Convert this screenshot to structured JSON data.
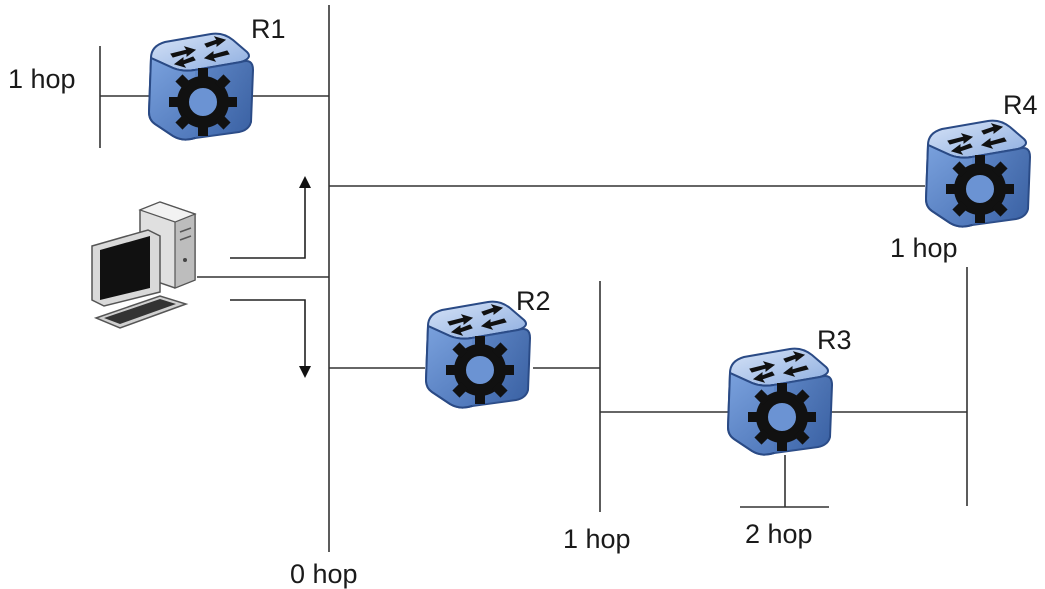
{
  "routers": {
    "r1": {
      "name": "R1"
    },
    "r2": {
      "name": "R2"
    },
    "r3": {
      "name": "R3"
    },
    "r4": {
      "name": "R4"
    }
  },
  "hops": {
    "r1_net": "1 hop",
    "main_net": "0 hop",
    "r2_net": "1 hop",
    "r3_stub": "2 hop",
    "r4_net": "1 hop"
  },
  "colors": {
    "router_front": "#5b86c8",
    "router_top": "#a9c3ec",
    "router_side": "#3b66a8",
    "gear": "#111111",
    "line": "#333333"
  },
  "icons": {
    "router": "router-icon",
    "workstation": "workstation-icon"
  }
}
